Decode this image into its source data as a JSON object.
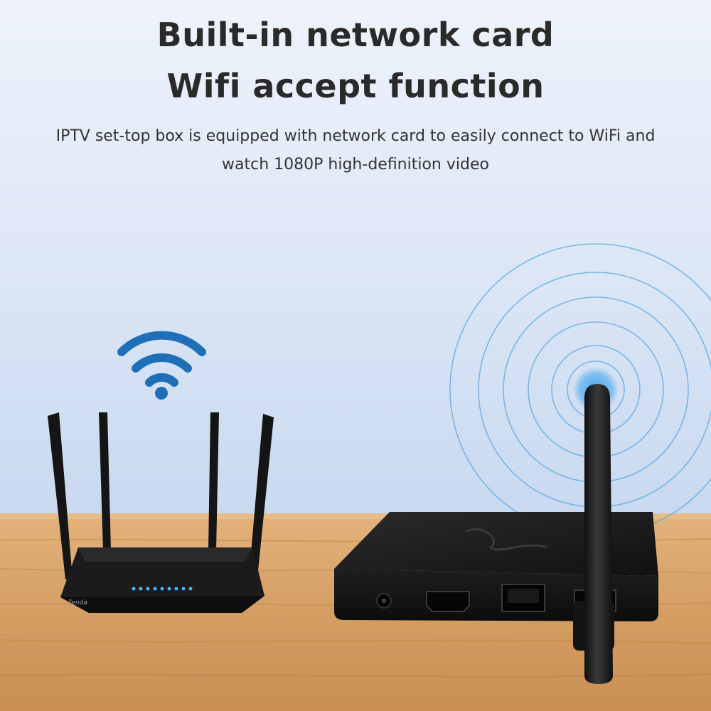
{
  "headline": {
    "line1": "Built-in network card",
    "line2": "Wifi accept function"
  },
  "description": {
    "line1": "IPTV set-top box is equipped with network card to easily connect to WiFi and",
    "line2": "watch 1080P high-definition video"
  },
  "scene": {
    "router_brand": "Tenda",
    "icons": [
      "wifi-icon"
    ],
    "colors": {
      "wifi_icon": "#1f6fb8",
      "signal_rings": "#5aa6e0",
      "table_wood": "#d9a46b",
      "device_body": "#1a1a1a"
    }
  }
}
